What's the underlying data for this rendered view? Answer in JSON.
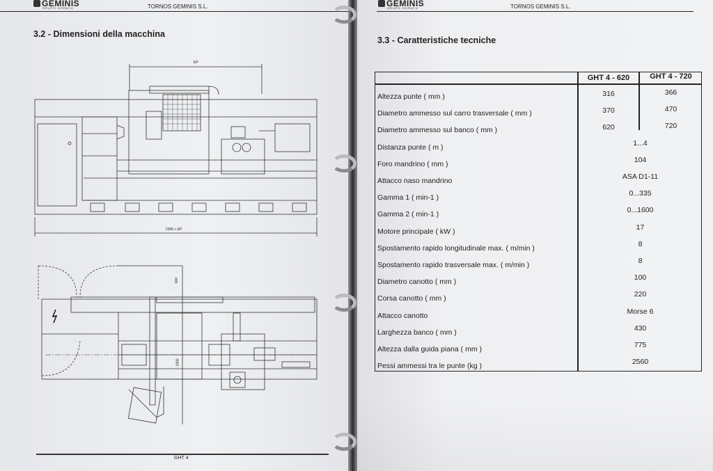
{
  "left_page": {
    "brand": "GEMINIS",
    "brand_sub": "GRUPO GORATU",
    "company": "TORNOS GEMINIS S.L.",
    "section_title": "3.2 - Dimensioni della macchina",
    "dim_top": "EP",
    "dim_bottom": "2300 + EP",
    "dim_side_a": "600",
    "dim_side_b": "1900",
    "footer": "GHT 4"
  },
  "right_page": {
    "brand": "GEMINIS",
    "brand_sub": "GRUPO GORATU",
    "company": "TORNOS GEMINIS S.L.",
    "section_title": "3.3 - Caratteristiche tecniche",
    "columns": [
      "GHT 4 - 620",
      "GHT 4 - 720"
    ],
    "rows": [
      {
        "label": "Altezza punte ( mm )",
        "v1": "316",
        "v2": "366"
      },
      {
        "label": "Diametro ammesso sul carro trasversale ( mm )",
        "v1": "370",
        "v2": "470"
      },
      {
        "label": "Diametro ammesso sul banco ( mm )",
        "v1": "620",
        "v2": "720"
      },
      {
        "label": "Distanza punte ( m )",
        "v": "1...4"
      },
      {
        "label": "Foro mandrino ( mm )",
        "v": "104"
      },
      {
        "label": "Attacco naso mandrino",
        "v": "ASA D1-11"
      },
      {
        "label": "Gamma 1 ( min-1 )",
        "v": "0...335"
      },
      {
        "label": "Gamma 2 ( min-1 )",
        "v": "0...1600"
      },
      {
        "label": "Motore principale ( kW )",
        "v": "17"
      },
      {
        "label": "Spostamento rapido longitudinale max. ( m/min )",
        "v": "8"
      },
      {
        "label": "Spostamento rapido trasversale max. ( m/min )",
        "v": "8"
      },
      {
        "label": "Diametro canotto  ( mm )",
        "v": "100"
      },
      {
        "label": "Corsa canotto ( mm )",
        "v": "220"
      },
      {
        "label": "Attacco canotto",
        "v": "Morse 6"
      },
      {
        "label": "Larghezza banco ( mm )",
        "v": "430"
      },
      {
        "label": "Altezza dalla guida piana ( mm )",
        "v": "775"
      },
      {
        "label": "Pessi ammessi tra le punte (kg )",
        "v": "2560"
      }
    ]
  }
}
